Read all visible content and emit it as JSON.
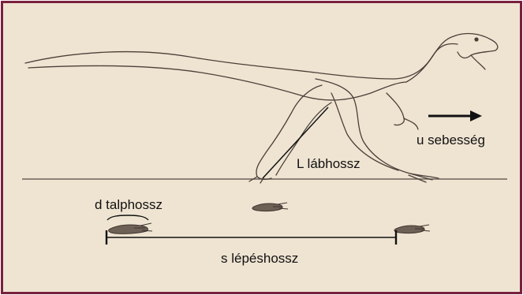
{
  "figure": {
    "colors": {
      "frame": "#7a1f3d",
      "background": "#efe4d2",
      "ink": "#111111"
    },
    "labels": {
      "speed": "u sebesség",
      "leg_length": "L lábhossz",
      "foot_length": "d talphossz",
      "stride_length": "s lépéshossz"
    },
    "icons": [
      "dinosaur-illustration",
      "footprint-icon",
      "arrow-right-icon"
    ]
  }
}
